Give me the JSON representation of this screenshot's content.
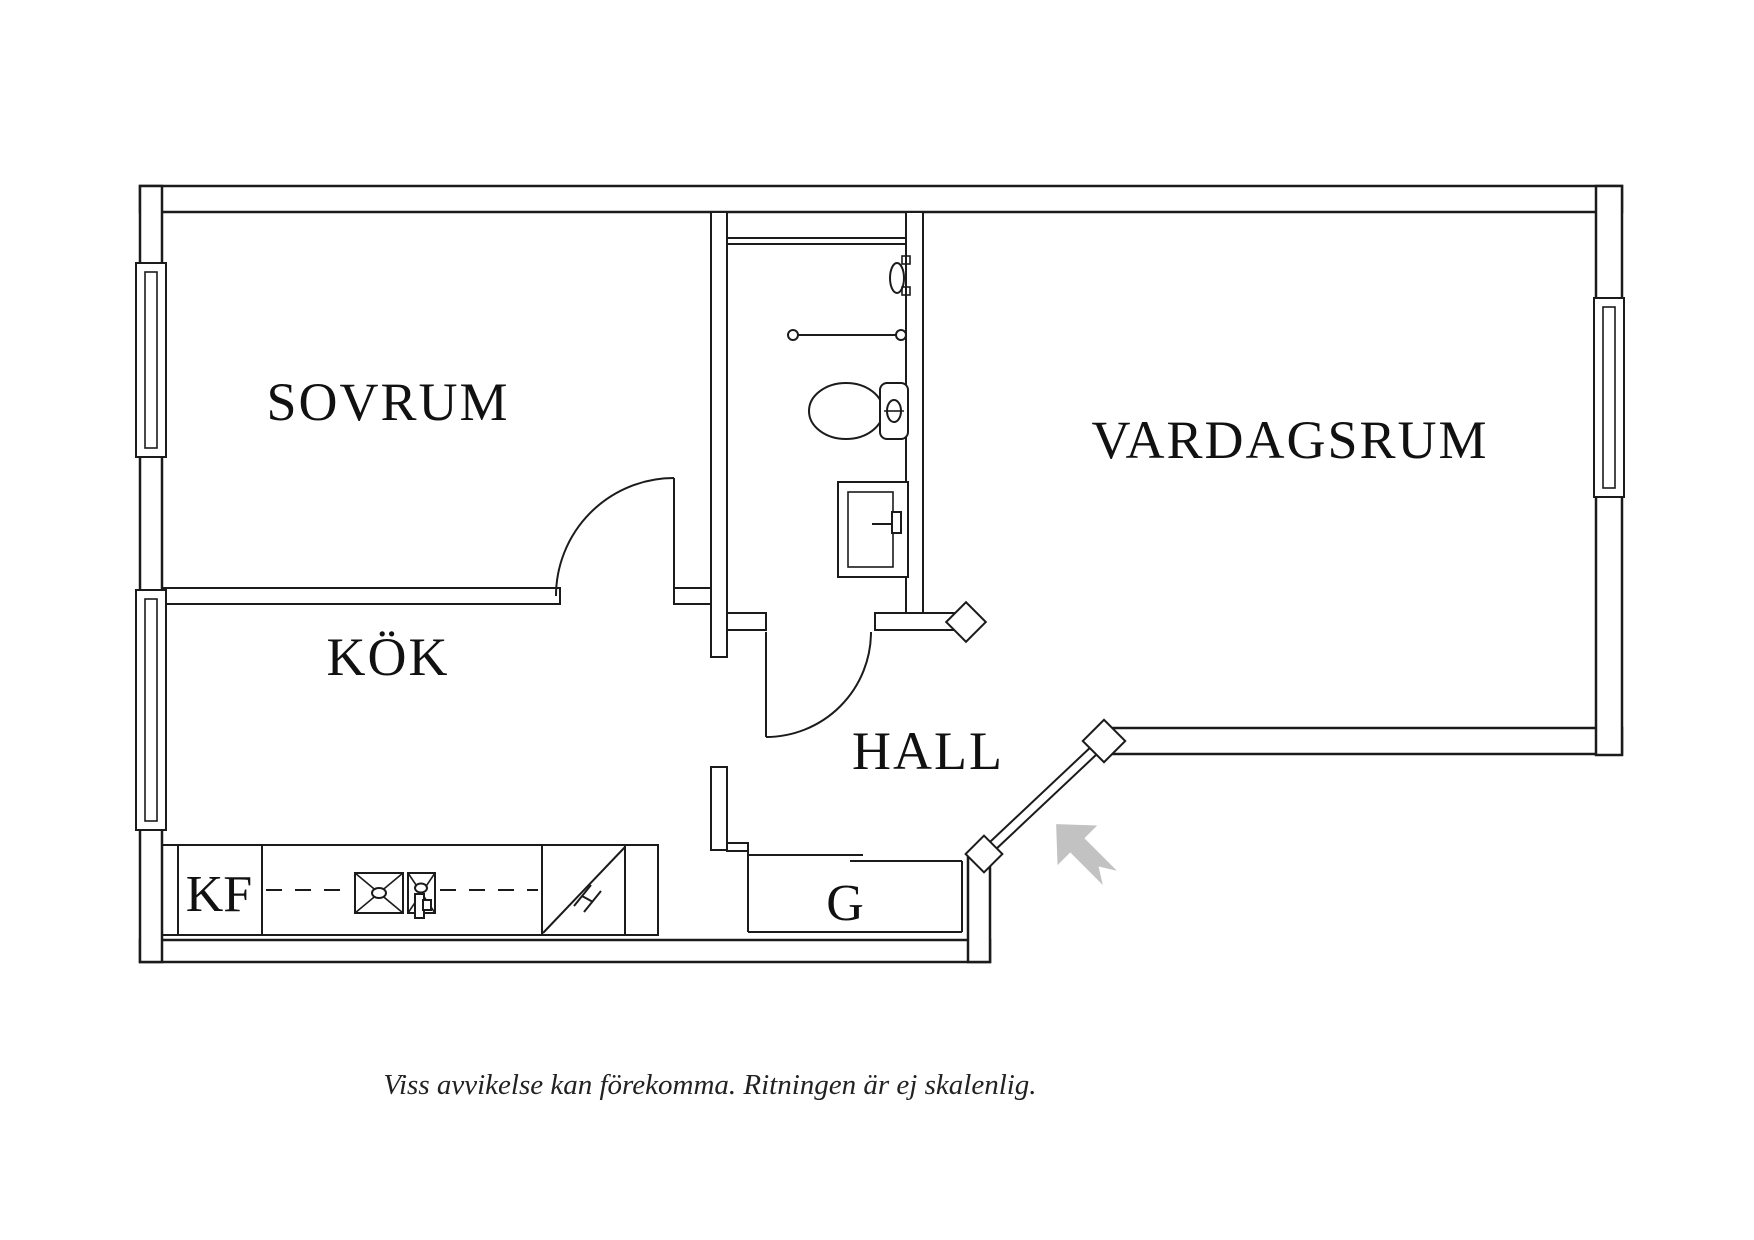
{
  "page": {
    "background_color": "#ffffff",
    "line_color": "#1b1b1b",
    "entry_arrow_color": "#c2c2c2"
  },
  "rooms": {
    "bedroom": "SOVRUM",
    "kitchen": "KÖK",
    "living_room": "VARDAGSRUM",
    "hall": "HALL",
    "fridge_freezer": "KF",
    "wardrobe": "G"
  },
  "caption": "Viss avvikelse kan förekomma. Ritningen är ej skalenlig."
}
